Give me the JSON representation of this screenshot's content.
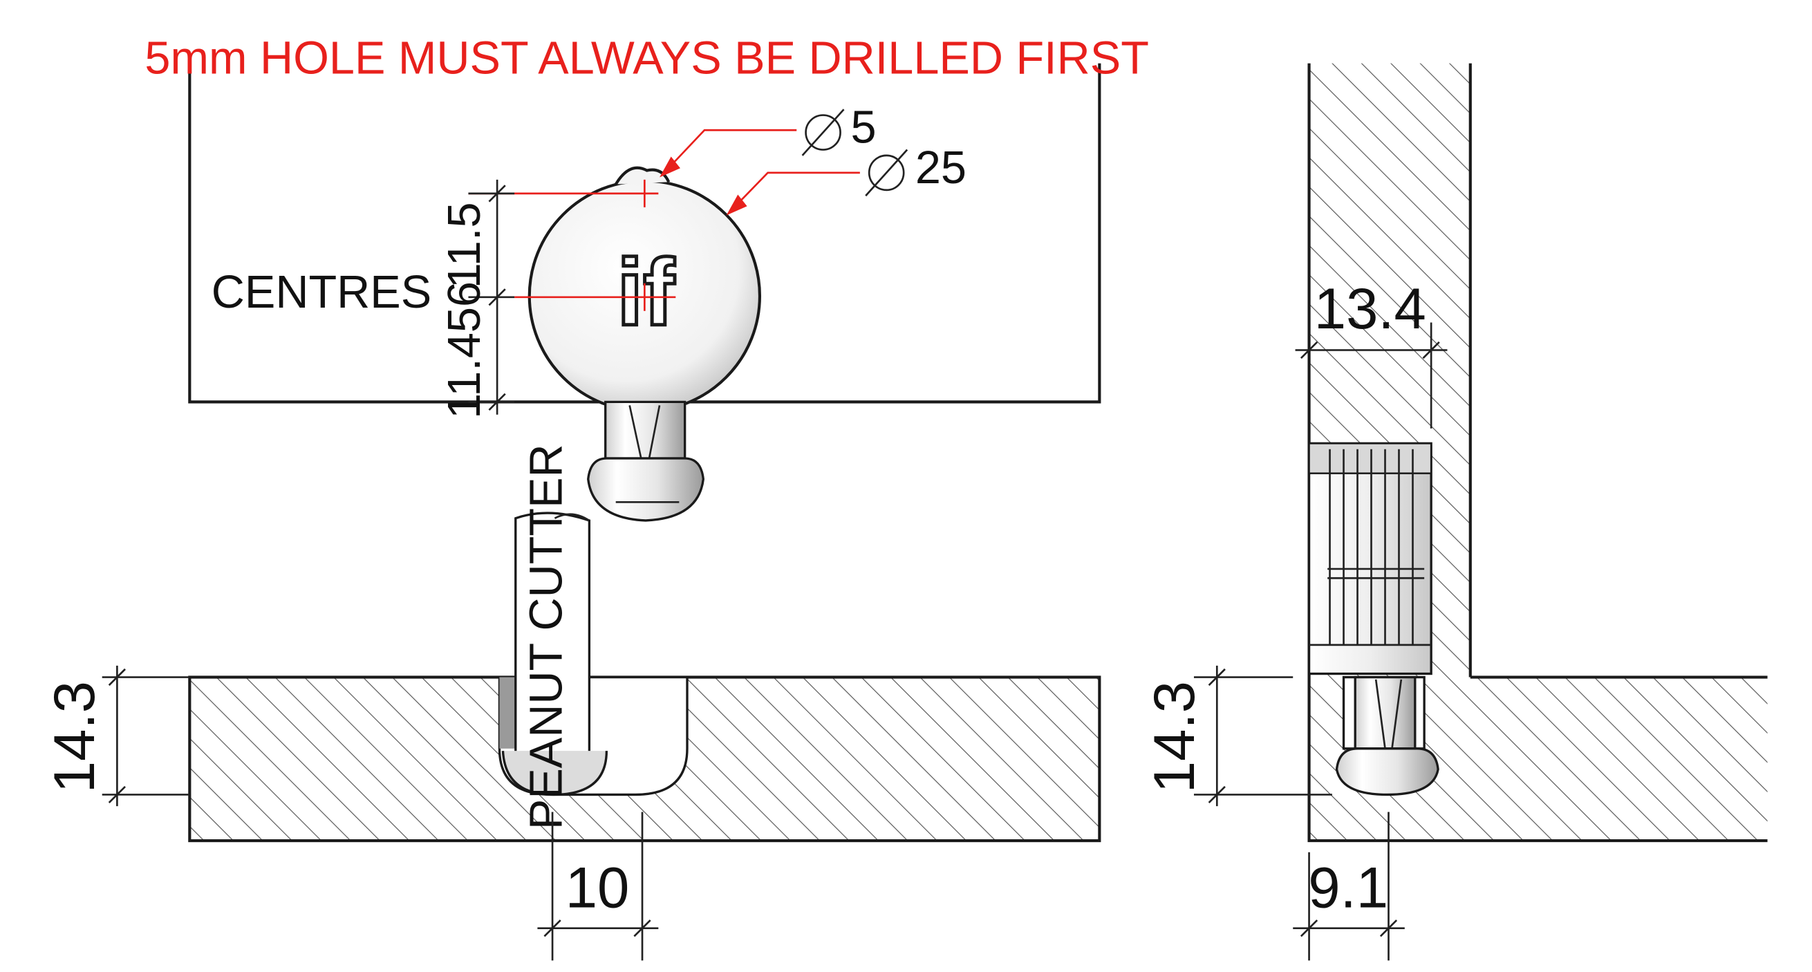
{
  "warning": {
    "text": "5mm HOLE MUST ALWAYS BE DRILLED FIRST"
  },
  "callouts": {
    "small_hole": {
      "symbol": "⌀",
      "value": "5"
    },
    "large_hole": {
      "symbol": "⌀",
      "value": "25"
    }
  },
  "labels": {
    "centres": "CENTRES",
    "cutter": "PEANUT CUTTER",
    "logo": "if"
  },
  "dimensions": {
    "top_offset": "11.5",
    "centre_to_edge": "11.456",
    "depth_left": "14.3",
    "hole_width": "10",
    "insert_width": "13.4",
    "depth_right": "14.3",
    "edge_offset": "9.1"
  },
  "colors": {
    "annotation": "#e8201c",
    "line": "#1a1a1a",
    "hatch": "#555555",
    "part_fill": "#f2f2f2"
  }
}
